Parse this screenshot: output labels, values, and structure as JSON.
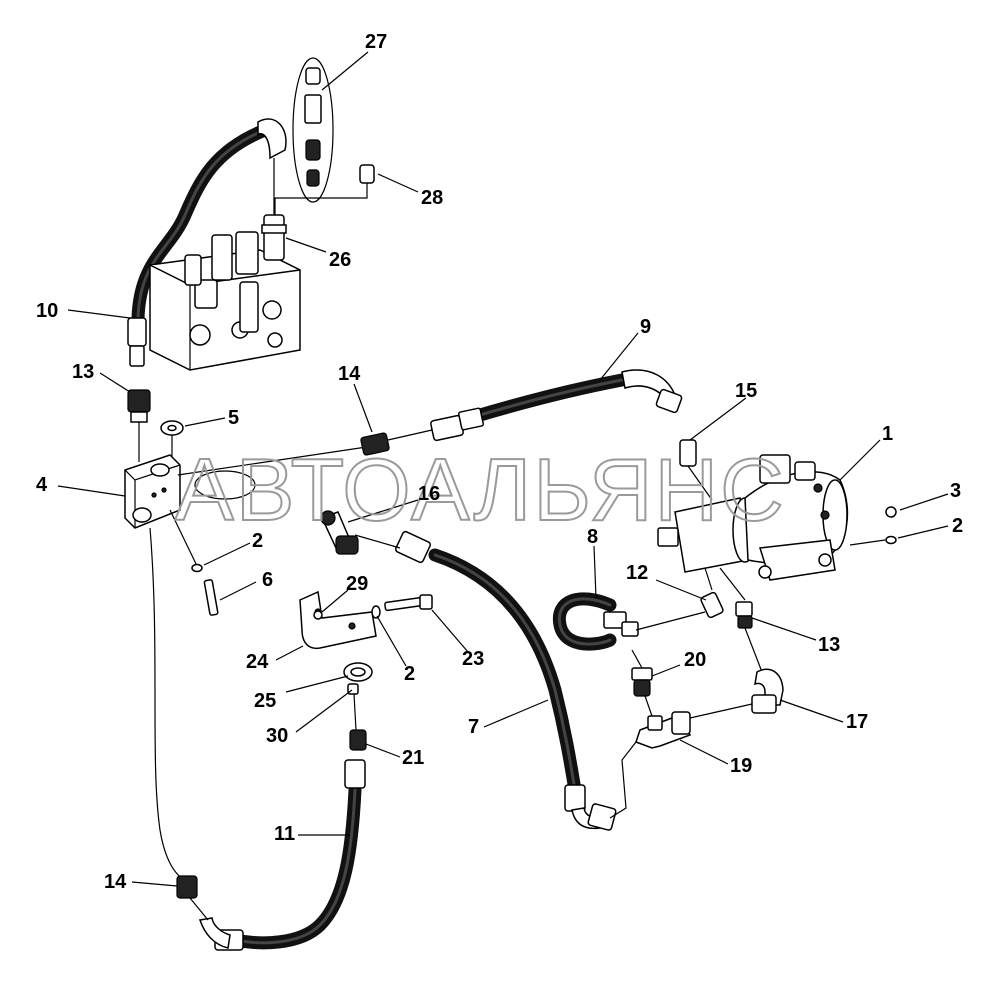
{
  "watermark": "АВТОАЛЬЯНС",
  "callouts": [
    {
      "id": "c27",
      "text": "27"
    },
    {
      "id": "c28",
      "text": "28"
    },
    {
      "id": "c26",
      "text": "26"
    },
    {
      "id": "c10",
      "text": "10"
    },
    {
      "id": "c13a",
      "text": "13"
    },
    {
      "id": "c9",
      "text": "9"
    },
    {
      "id": "c14a",
      "text": "14"
    },
    {
      "id": "c5",
      "text": "5"
    },
    {
      "id": "c15",
      "text": "15"
    },
    {
      "id": "c1",
      "text": "1"
    },
    {
      "id": "c4",
      "text": "4"
    },
    {
      "id": "c16",
      "text": "16"
    },
    {
      "id": "c3",
      "text": "3"
    },
    {
      "id": "c2a",
      "text": "2"
    },
    {
      "id": "c2b",
      "text": "2"
    },
    {
      "id": "c8",
      "text": "8"
    },
    {
      "id": "c6",
      "text": "6"
    },
    {
      "id": "c29",
      "text": "29"
    },
    {
      "id": "c12",
      "text": "12"
    },
    {
      "id": "c13b",
      "text": "13"
    },
    {
      "id": "c24",
      "text": "24"
    },
    {
      "id": "c2c",
      "text": "2"
    },
    {
      "id": "c23",
      "text": "23"
    },
    {
      "id": "c20",
      "text": "20"
    },
    {
      "id": "c25",
      "text": "25"
    },
    {
      "id": "c7",
      "text": "7"
    },
    {
      "id": "c17",
      "text": "17"
    },
    {
      "id": "c30",
      "text": "30"
    },
    {
      "id": "c21",
      "text": "21"
    },
    {
      "id": "c19",
      "text": "19"
    },
    {
      "id": "c11",
      "text": "11"
    },
    {
      "id": "c14b",
      "text": "14"
    }
  ]
}
